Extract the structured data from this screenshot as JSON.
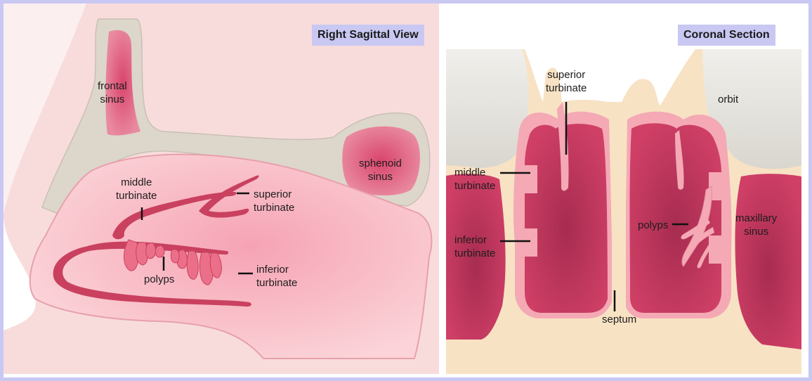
{
  "left_panel": {
    "title": "Right Sagittal View",
    "labels": {
      "frontal_sinus": "frontal\nsinus",
      "sphenoid_sinus": "sphenoid\nsinus",
      "middle_turbinate": "middle\nturbinate",
      "superior_turbinate": "superior\nturbinate",
      "polyps": "polyps",
      "inferior_turbinate": "inferior\nturbinate"
    }
  },
  "right_panel": {
    "title": "Coronal Section",
    "labels": {
      "superior_turbinate": "superior\nturbinate",
      "orbit": "orbit",
      "middle_turbinate": "middle\nturbinate",
      "inferior_turbinate": "inferior\nturbinate",
      "polyps": "polyps",
      "maxillary_sinus": "maxillary\nsinus",
      "septum": "septum"
    }
  },
  "colors": {
    "frame": "#c9c8f3",
    "skin": "#f7d9d9",
    "bone": "#ddd6cb",
    "cartilage": "#f8e2c4",
    "mucosa": "#f4a9b5",
    "cavity": "#c43b62",
    "line": "#111111"
  }
}
